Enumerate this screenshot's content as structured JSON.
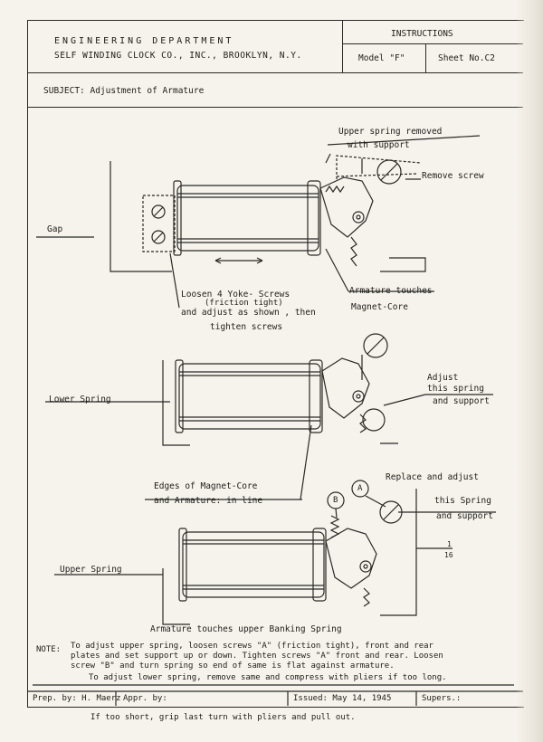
{
  "header": {
    "department": "ENGINEERING DEPARTMENT",
    "company": "SELF WINDING CLOCK CO., INC., BROOKLYN, N.Y.",
    "instructions": "INSTRUCTIONS",
    "model": "Model \"F\"",
    "sheet": "Sheet No.C2"
  },
  "subject": "SUBJECT: Adjustment of Armature",
  "figure1": {
    "upper_spring_removed": "Upper spring removed",
    "with_support": "with support",
    "remove_screw": "Remove screw",
    "gap": "Gap",
    "loosen_line1": "Loosen 4 Yoke- Screws",
    "loosen_line2": "(friction tight)",
    "loosen_line3": "and adjust as shown , then",
    "loosen_line4": "tighten screws",
    "armature_touches": "Armature touches",
    "magnet_core": "Magnet-Core"
  },
  "figure2": {
    "lower_spring": "Lower Spring",
    "adjust": "Adjust",
    "this_spring": "this spring",
    "and_support": "and support",
    "edges_line1": "Edges of Magnet-Core",
    "edges_line2": "and Armature: in line"
  },
  "figure3": {
    "replace_adjust": "Replace and adjust",
    "this_spring": "this Spring",
    "and_support": "and support",
    "label_a": "A",
    "label_b": "B",
    "fraction_num": "1",
    "fraction_den": "16",
    "upper_spring": "Upper Spring",
    "caption": "Armature touches upper Banking Spring"
  },
  "note": {
    "label": "NOTE:",
    "line1": "To adjust upper spring, loosen screws \"A\" (friction tight), front and rear",
    "line2": "plates and set support up or down. Tighten screws \"A\" front and rear. Loosen",
    "line3": "screw \"B\" and turn spring so end of same is flat against armature.",
    "line4": "To adjust lower spring, remove same and compress with pliers if too long."
  },
  "footer": {
    "prep": "Prep. by: H. Maerz",
    "appr": "Appr. by:",
    "issued": "Issued: May 14, 1945",
    "supers": "Supers.:",
    "extra": "If too short, grip last turn with pliers and pull out."
  }
}
